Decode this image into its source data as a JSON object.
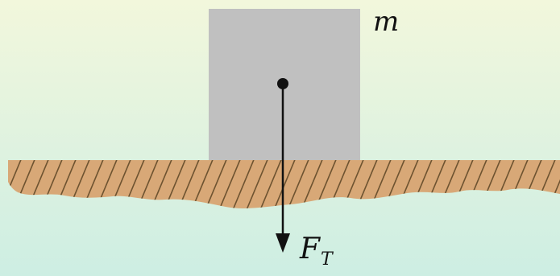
{
  "diagram": {
    "mass_label": "m",
    "force_label": {
      "symbol": "F",
      "subscript": "T"
    }
  },
  "colors": {
    "background_top": "#f2f7dc",
    "background_bottom": "#cdeee3",
    "block_fill": "#c0c0c0",
    "ground_fill": "#d8a877",
    "hatch_stroke": "#6d5330",
    "arrow_color": "#111111"
  }
}
